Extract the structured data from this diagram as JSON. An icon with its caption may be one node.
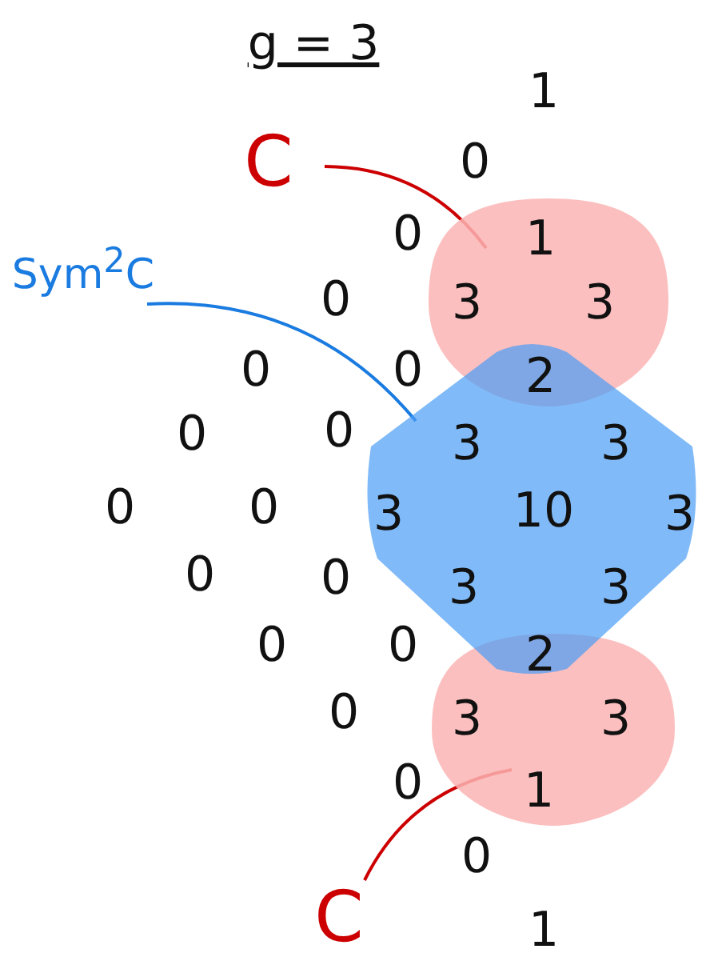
{
  "diagram": {
    "title": "g = 3",
    "nodes": [
      {
        "text": [
          "C"
        ]
      },
      {
        "text": [
          "Sym$^{2}$C"
        ]
      },
      {
        "text": [
          "1",
          "3",
          "3"
        ]
      },
      {
        "text": [
          "3",
          "3",
          "3",
          "10",
          "3",
          "3",
          "3"
        ]
      },
      {
        "text": [
          "3",
          "3",
          "1"
        ]
      },
      {
        "text": [
          "C"
        ]
      }
    ],
    "edges": [
      {
        "from": 0,
        "to": 2,
        "arrow": "none",
        "color": "#cc0000"
      },
      {
        "from": 1,
        "to": 3,
        "arrow": "none",
        "color": "#1a7be0"
      },
      {
        "from": 5,
        "to": 4,
        "arrow": "none",
        "color": "#cc0000"
      }
    ],
    "labels": [
      "1",
      "0",
      "0",
      "0",
      "0",
      "0",
      "2",
      "0",
      "0",
      "0",
      "0",
      "0",
      "0",
      "0",
      "0",
      "2",
      "0",
      "0",
      "0",
      "1"
    ]
  }
}
